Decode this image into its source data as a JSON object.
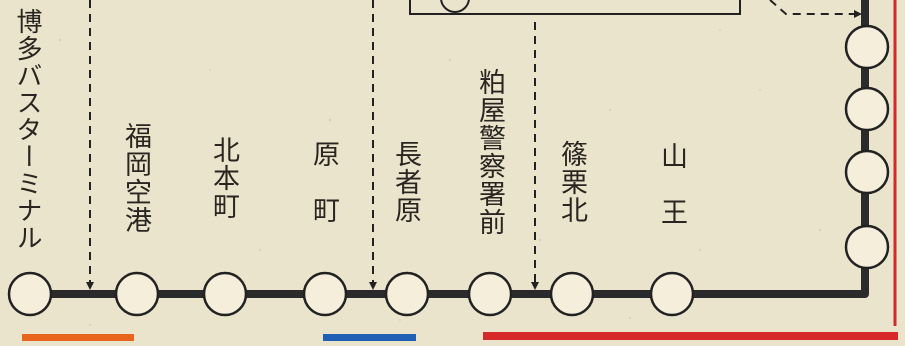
{
  "route_map": {
    "line_color": "#2b2b2b",
    "stations": [
      {
        "id": "hakata-bus-terminal",
        "name": "博多バスターミナル"
      },
      {
        "id": "fukuoka-airport",
        "name": "福岡空港"
      },
      {
        "id": "kitamotomachi",
        "name": "北本町"
      },
      {
        "id": "haramachi",
        "name": "原　町"
      },
      {
        "id": "nagasuhara",
        "name": "長者原"
      },
      {
        "id": "kasuya-police",
        "name": "粕屋警察署前"
      },
      {
        "id": "sasakuri-kita",
        "name": "篠栗北"
      },
      {
        "id": "sanno",
        "name": "山　王"
      }
    ],
    "color_bars": [
      {
        "id": "orange",
        "color": "#e8631c"
      },
      {
        "id": "blue",
        "color": "#1f5fb5"
      },
      {
        "id": "red",
        "color": "#d62828"
      }
    ]
  }
}
